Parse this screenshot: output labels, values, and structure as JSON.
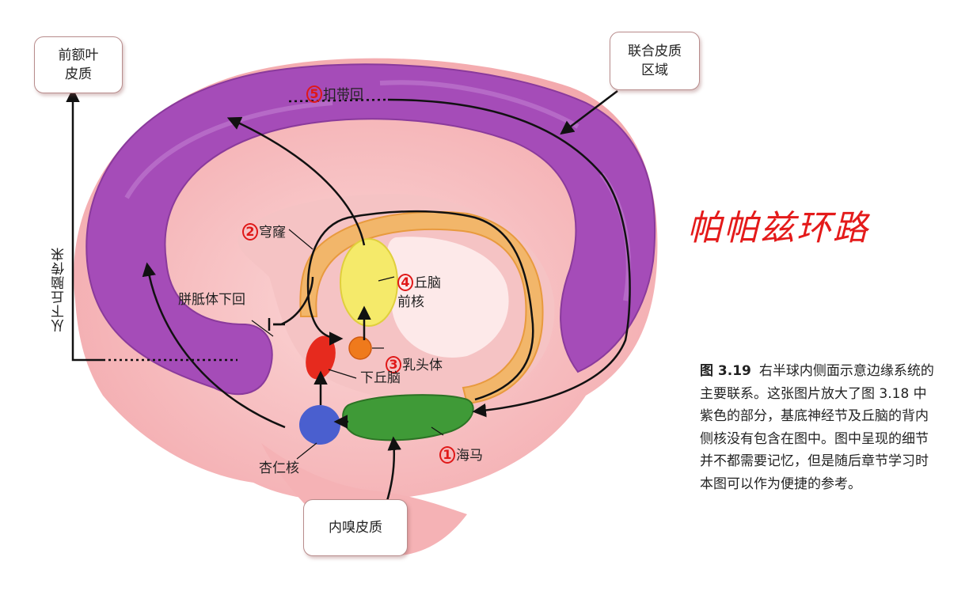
{
  "boxes": {
    "prefrontal_cortex": "前额叶\n皮质",
    "association_cortex": "联合皮质\n区域",
    "entorhinal_cortex": "内嗅皮质"
  },
  "labels": {
    "cingulate_gyrus": {
      "num": "5",
      "text": "扣带回"
    },
    "fornix": {
      "num": "2",
      "text": "穹窿"
    },
    "anterior_thalamic_nucleus": {
      "num": "4",
      "text": "丘脑\n前核"
    },
    "mammillary_body": {
      "num": "3",
      "text": "乳头体"
    },
    "hippocampus": {
      "num": "1",
      "text": "海马"
    },
    "subcallosal_gyrus": "胼胝体下回",
    "hypothalamus": "下丘脑",
    "amygdala": "杏仁核",
    "from_hypothalamus": "从下丘脑传来"
  },
  "handwritten_title": "帕帕兹环路",
  "caption": {
    "figure_number": "图 3.19",
    "text": "右半球内侧面示意边缘系统的主要联系。这张图片放大了图 3.18 中紫色的部分，基底神经节及丘脑的背内侧核没有包含在图中。图中呈现的细节并不都需要记忆，但是随后章节学习时本图可以作为便捷的参考。"
  },
  "colors": {
    "cingulate": "#a54cb8",
    "fornix_ring": "#f2b66a",
    "thalamus_yellow": "#f5ea6a",
    "hypothalamus_red": "#e62a1e",
    "mammillary_orange": "#ef7a1c",
    "amygdala_blue": "#4a5fcf",
    "hippocampus_green": "#3f9a37",
    "tissue_pink": "#f5b6b8",
    "annotation_red": "#e41a1a"
  }
}
